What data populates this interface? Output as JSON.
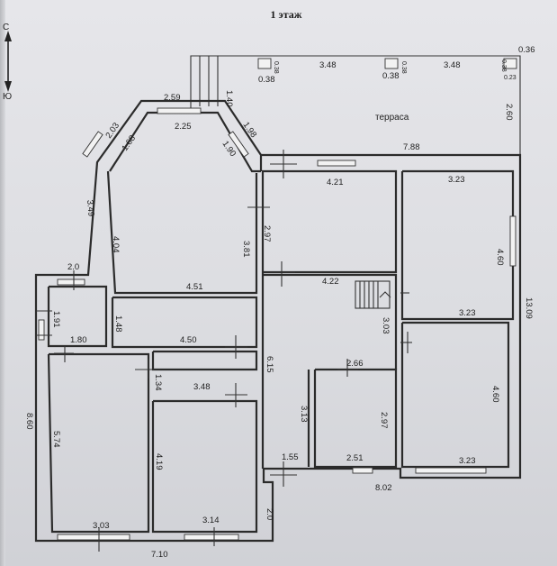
{
  "title": "1 этаж",
  "terrace_label": "терраса",
  "compass": {
    "north": "С",
    "south": "Ю"
  },
  "dims": {
    "top_small": "0.36",
    "left_wall": "1.40",
    "col_a": "0.38",
    "col_b": "0.38",
    "seg_a": "3.48",
    "seg_b": "3.48",
    "col_lbl_a": "0.38",
    "col_lbl_b": "0.38",
    "col_lbl_c": "0.38",
    "corner_small": "0.23",
    "terrace_side": "2.60",
    "terrace_len": "7.88",
    "bay_top": "2.59",
    "bay_inner": "2.25",
    "bay_left_diag": "2.03",
    "bay_left_inner": "1.68",
    "bay_right_diag": "1.98",
    "bay_right_inner": "1.90",
    "living_left": "4.04",
    "living_bottom": "4.51",
    "living_right": "3.81",
    "side_diag": "3.49",
    "room1_w": "4.21",
    "room1_h": "2.97",
    "room2_w": "3.23",
    "room2_h": "4.60",
    "room2_bot": "3.23",
    "hall_w": "4.22",
    "stair_h": "3.03",
    "total_right": "13.09",
    "nook_w": "2.0",
    "nook_h": "1.91",
    "nook_bot": "1.80",
    "corr_h": "1.48",
    "corr_w": "4.50",
    "vest_h": "1.34",
    "vest_w": "3.48",
    "hall_len": "6.15",
    "bath_top": "2.66",
    "bath_left": "3.13",
    "bath_right": "2.97",
    "bath_bot": "2.51",
    "room3_h": "4.60",
    "room3_w": "3.23",
    "porch_w": "1.55",
    "porch_h": "2.0",
    "bottom_mid": "8.02",
    "left_total": "8.60",
    "garage_h": "5.74",
    "garage_w": "3.03",
    "store_h": "4.19",
    "store_w": "3.14",
    "bottom_total": "7.10"
  }
}
